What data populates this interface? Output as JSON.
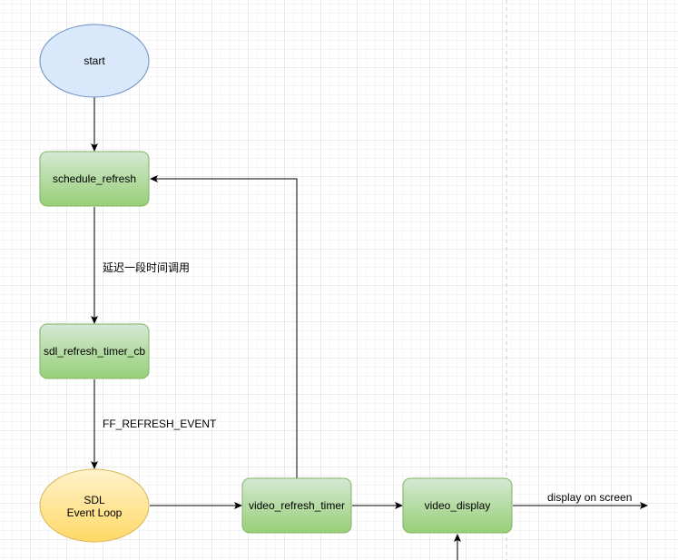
{
  "nodes": {
    "start": {
      "label": "start"
    },
    "schedule_refresh": {
      "label": "schedule_refresh"
    },
    "sdl_refresh_timer_cb": {
      "label": "sdl_refresh_timer_cb"
    },
    "event_loop": {
      "line1": "SDL",
      "line2": "Event Loop"
    },
    "video_refresh_timer": {
      "label": "video_refresh_timer"
    },
    "video_display": {
      "label": "video_display"
    }
  },
  "edge_labels": {
    "delay_call": "延迟一段时间调用",
    "ff_refresh_event": "FF_REFRESH_EVENT",
    "display_on_screen": "display on screen"
  },
  "colors": {
    "ellipse_blue_fill": "#dae8fc",
    "ellipse_blue_stroke": "#6c8ebf",
    "green_top": "#d5e8d4",
    "green_bottom": "#97d077",
    "green_stroke": "#82b366",
    "yellow_top": "#fff2cc",
    "yellow_bottom": "#ffd966",
    "yellow_stroke": "#d6b656",
    "edge": "#000000",
    "divider": "#c8c8c8"
  }
}
